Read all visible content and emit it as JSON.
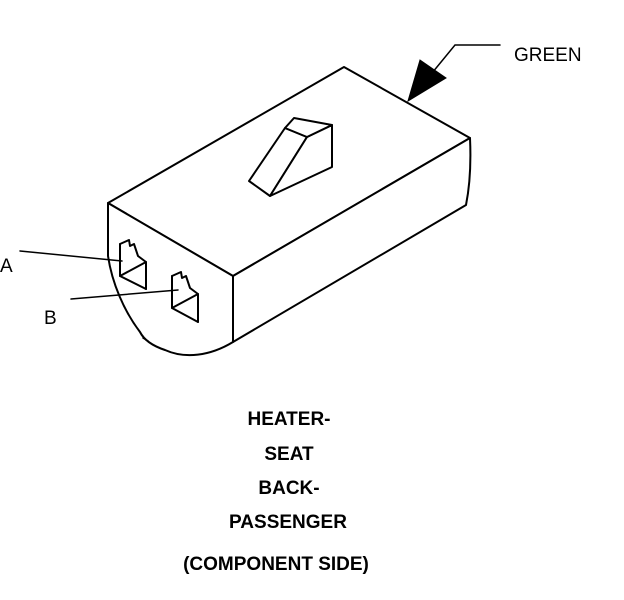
{
  "callouts": {
    "wire_color": "GREEN",
    "terminal_a": "A",
    "terminal_b": "B"
  },
  "title": {
    "lines": [
      "HEATER-",
      "SEAT",
      "BACK-",
      "PASSENGER"
    ],
    "subtitle": "(COMPONENT SIDE)"
  }
}
